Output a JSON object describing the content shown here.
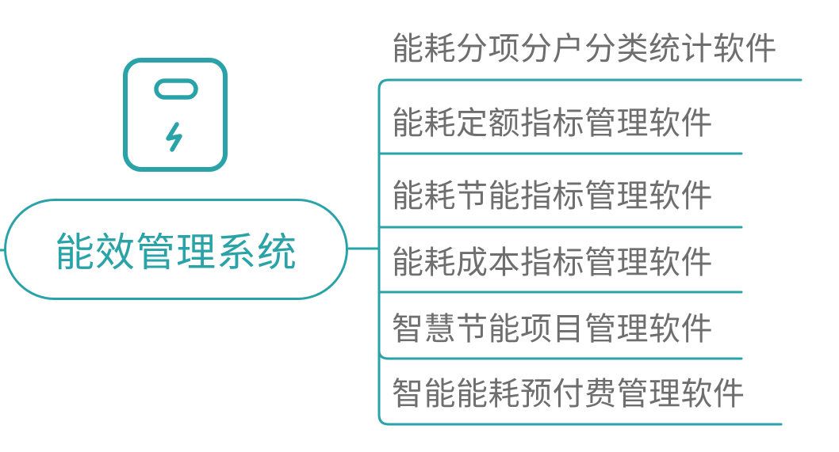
{
  "colors": {
    "accent": "#2aa3a8",
    "branch_text": "#6e6e6e",
    "background": "#ffffff"
  },
  "icon": {
    "name": "battery-bolt-icon",
    "description": "rounded square outline with a pill slot and a lightning bolt"
  },
  "root": {
    "label": "能效管理系统"
  },
  "branches": [
    {
      "label": "能耗分项分户分类统计软件"
    },
    {
      "label": "能耗定额指标管理软件"
    },
    {
      "label": "能耗节能指标管理软件"
    },
    {
      "label": "能耗成本指标管理软件"
    },
    {
      "label": "智慧节能项目管理软件"
    },
    {
      "label": "智能能耗预付费管理软件"
    }
  ]
}
